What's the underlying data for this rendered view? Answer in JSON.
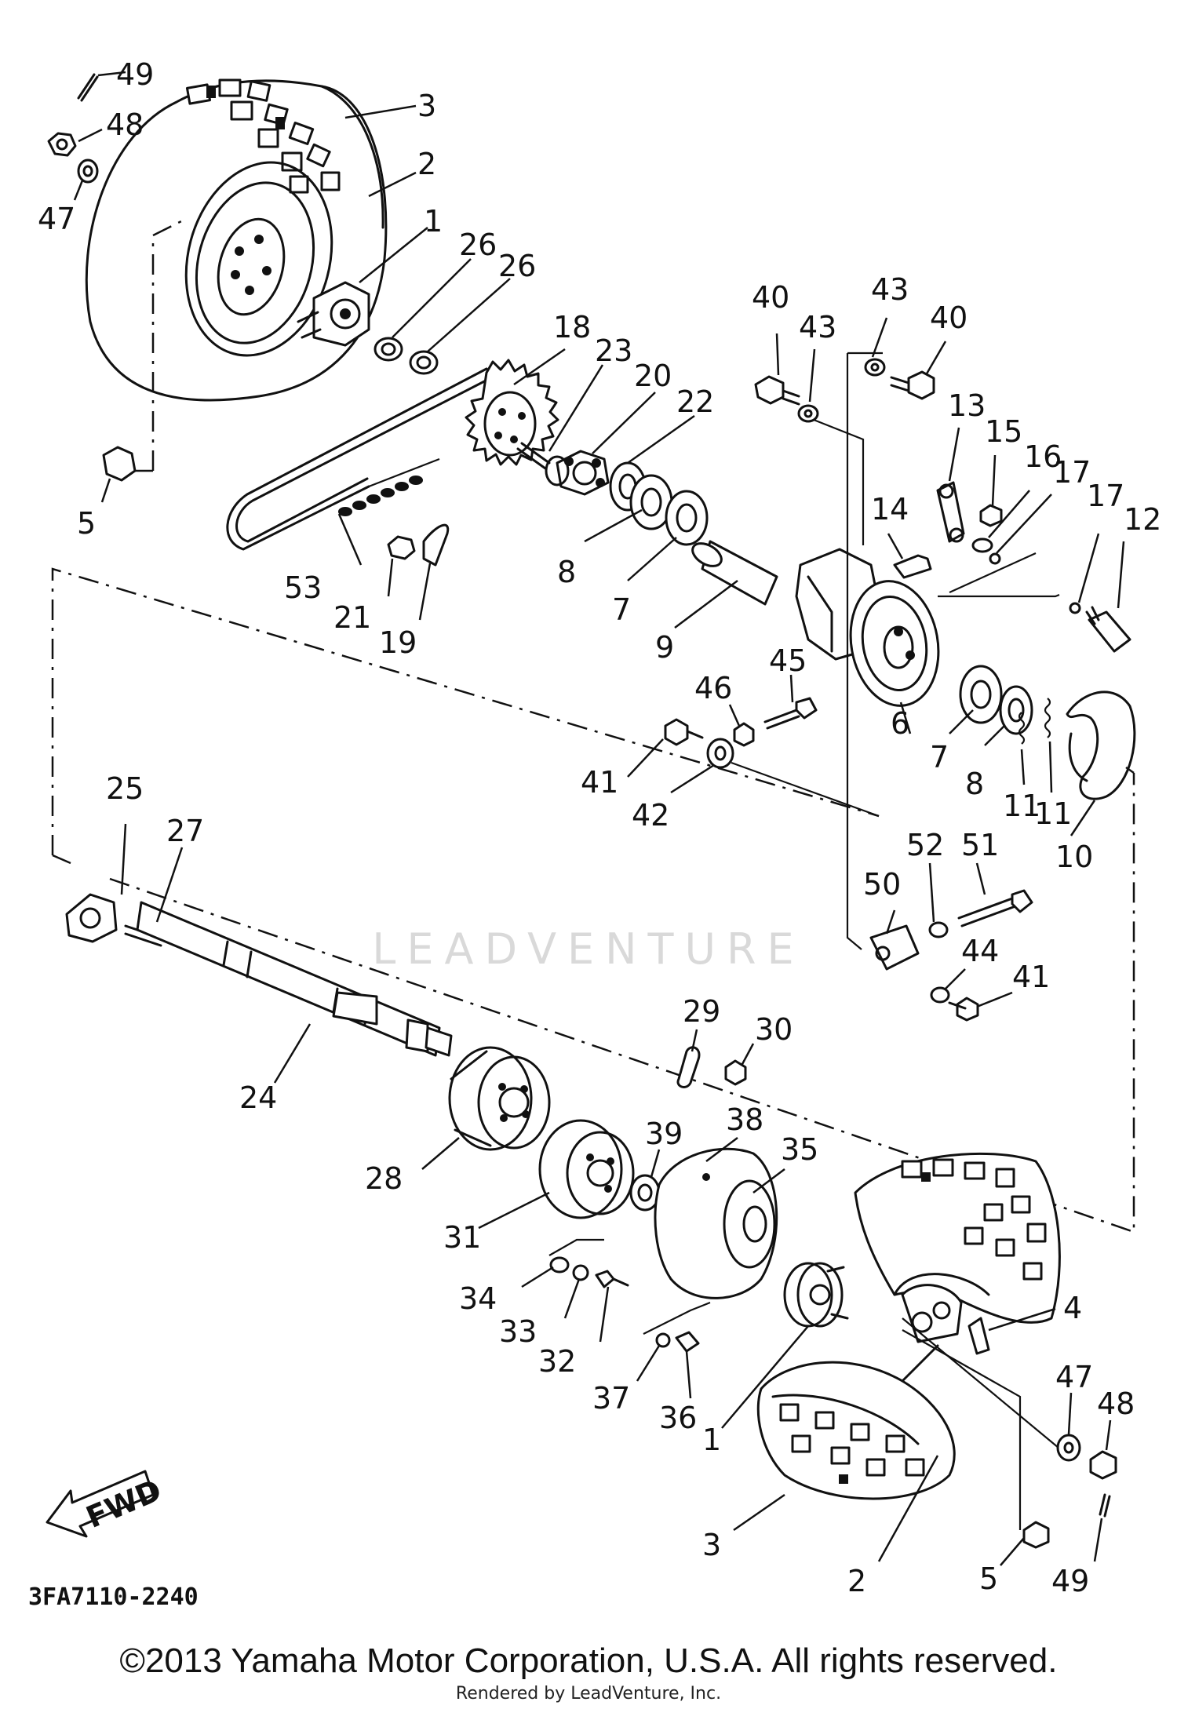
{
  "diagram": {
    "code": "3FA7110-2240",
    "fwd_label": "FWD",
    "watermark": "LEADVENTURE",
    "copyright": "©2013 Yamaha Motor Corporation, U.S.A. All rights reserved.",
    "rendered_by": "Rendered by LeadVenture, Inc.",
    "callouts": {
      "n49a": "49",
      "n48a": "48",
      "n47a": "47",
      "n3a": "3",
      "n2a": "2",
      "n1a": "1",
      "n26a": "26",
      "n26b": "26",
      "n5a": "5",
      "n18": "18",
      "n23": "23",
      "n20": "20",
      "n22": "22",
      "n40a": "40",
      "n43a": "43",
      "n43b": "43",
      "n40b": "40",
      "n13": "13",
      "n15": "15",
      "n16": "16",
      "n17a": "17",
      "n17b": "17",
      "n12": "12",
      "n14": "14",
      "n53": "53",
      "n21": "21",
      "n19": "19",
      "n8a": "8",
      "n7a": "7",
      "n9": "9",
      "n45": "45",
      "n46": "46",
      "n41a": "41",
      "n42": "42",
      "n6": "6",
      "n7b": "7",
      "n8b": "8",
      "n11a": "11",
      "n11b": "11",
      "n10": "10",
      "n25": "25",
      "n27": "27",
      "n52": "52",
      "n51": "51",
      "n50": "50",
      "n44": "44",
      "n41b": "41",
      "n29": "29",
      "n30": "30",
      "n24": "24",
      "n28": "28",
      "n39": "39",
      "n38": "38",
      "n35": "35",
      "n31": "31",
      "n4": "4",
      "n34": "34",
      "n33": "33",
      "n32": "32",
      "n37": "37",
      "n36": "36",
      "n1b": "1",
      "n47b": "47",
      "n48b": "48",
      "n3b": "3",
      "n2b": "2",
      "n5b": "5",
      "n49b": "49"
    }
  }
}
